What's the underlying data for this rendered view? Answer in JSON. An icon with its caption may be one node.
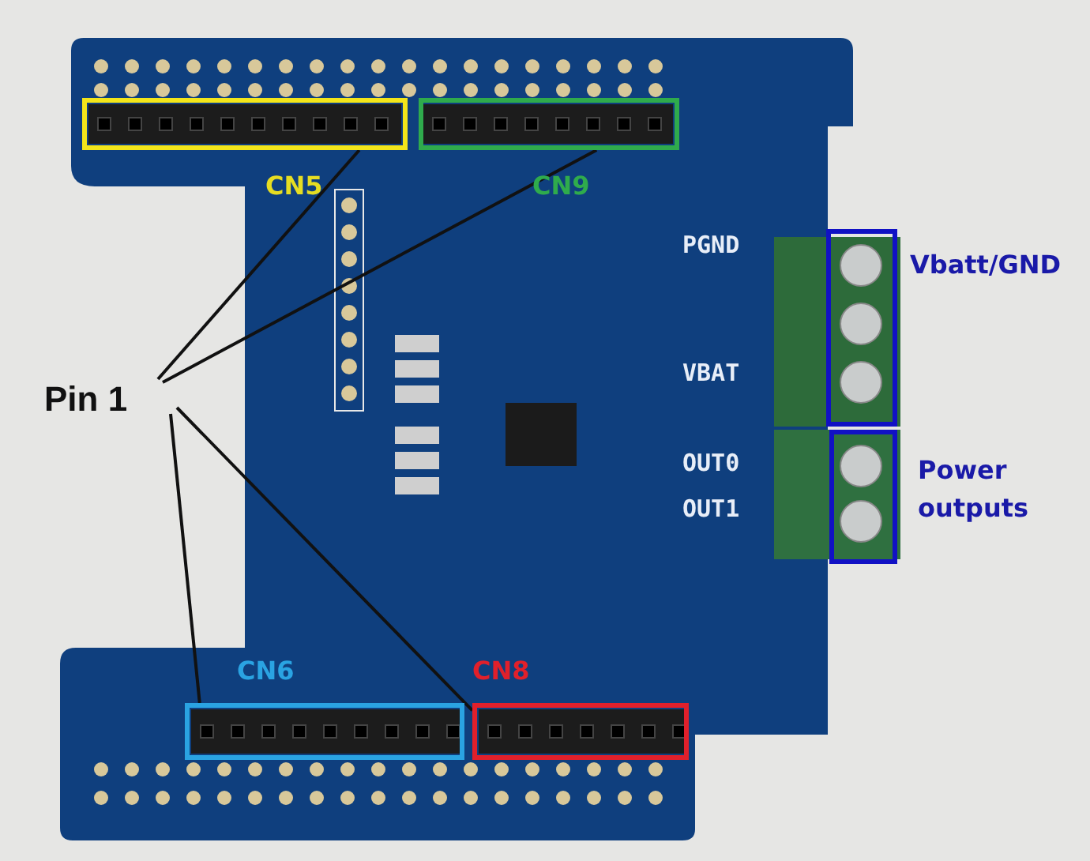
{
  "diagram": {
    "nodes": [
      {
        "text": [
          "Pin 1"
        ]
      },
      {
        "text": [],
        "shape": "box",
        "beside": [
          "CN5"
        ]
      },
      {
        "text": [],
        "shape": "box",
        "beside": [
          "CN9"
        ]
      },
      {
        "text": [],
        "shape": "box",
        "beside": [
          "CN6"
        ]
      },
      {
        "text": [],
        "shape": "box",
        "beside": [
          "CN8"
        ]
      },
      {
        "text": [],
        "shape": "box",
        "beside": [
          "Vbatt/GND"
        ]
      },
      {
        "text": [],
        "shape": "box",
        "beside": [
          "Power outputs"
        ]
      }
    ],
    "edges": [
      {
        "from": 0,
        "to": 1,
        "arrow": "none"
      },
      {
        "from": 0,
        "to": 2,
        "arrow": "none"
      },
      {
        "from": 0,
        "to": 3,
        "arrow": "none"
      },
      {
        "from": 0,
        "to": 4,
        "arrow": "none"
      }
    ],
    "labels": [
      "PGND",
      "VBAT",
      "OUT0",
      "OUT1"
    ]
  }
}
